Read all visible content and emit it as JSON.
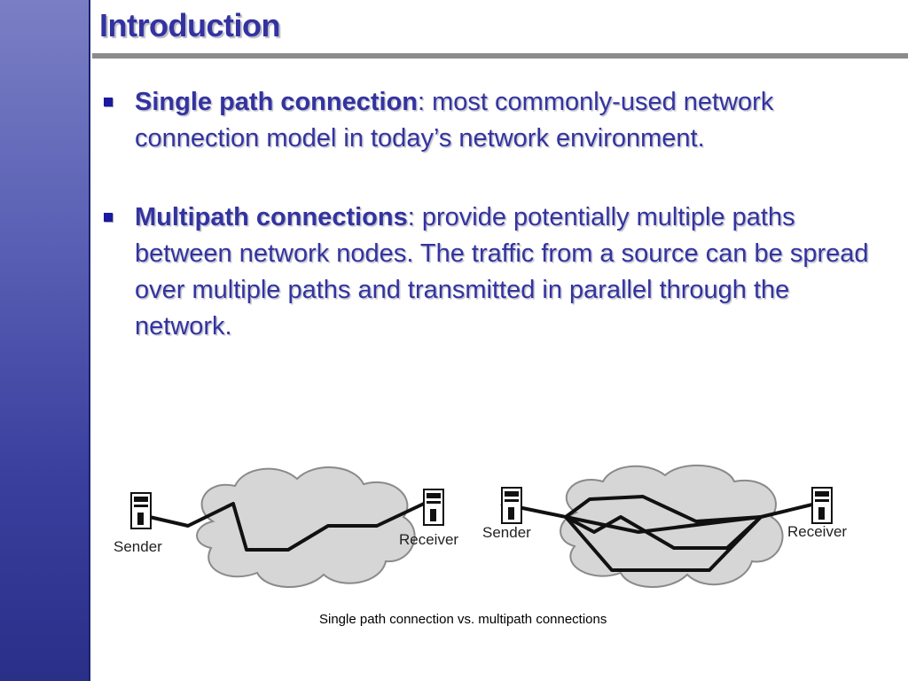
{
  "slide": {
    "title": "Introduction",
    "bullets": [
      {
        "term": "Single path connection",
        "text": ": most commonly-used network connection model in today’s network environment."
      },
      {
        "term": "Multipath connections",
        "text": ": provide potentially multiple paths between network nodes. The traffic from a source can be spread over multiple paths and transmitted in parallel through the network."
      }
    ]
  },
  "figure": {
    "single": {
      "sender_label": "Sender",
      "receiver_label": "Receiver"
    },
    "multi": {
      "sender_label": "Sender",
      "receiver_label": "Receiver"
    },
    "caption": "Single path connection vs. multipath connections"
  }
}
